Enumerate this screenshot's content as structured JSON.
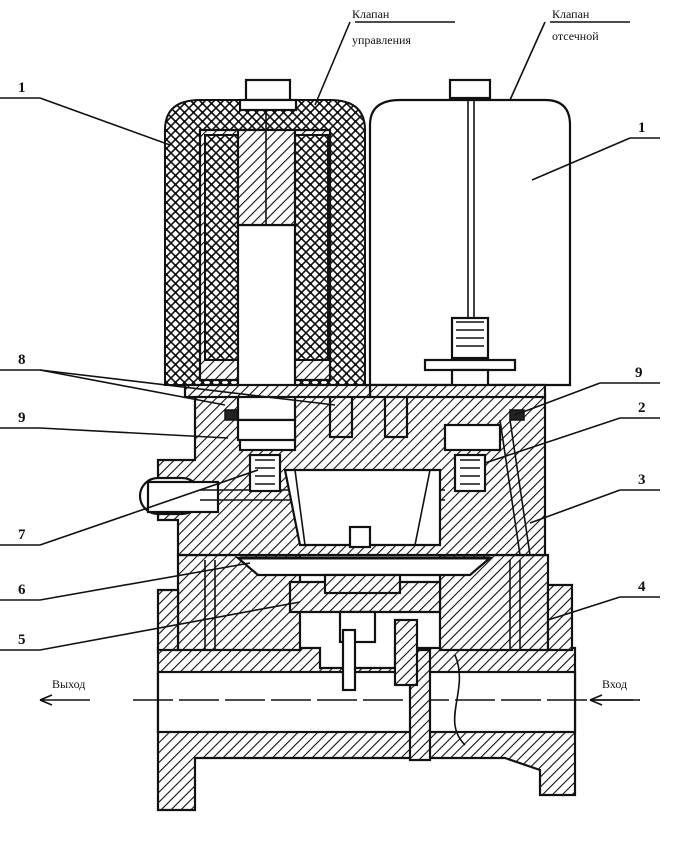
{
  "captions": {
    "control_valve": [
      "Клапан",
      "управления"
    ],
    "shutoff_valve": [
      "Клапан",
      "отсечной"
    ],
    "outlet": "Выход",
    "inlet": "Вход"
  },
  "part_labels": {
    "coil_left": "1",
    "coil_right": "1",
    "seal": "8",
    "gasket_left": "9",
    "gasket_right": "9",
    "nozzle_right": "2",
    "cover": "3",
    "body": "4",
    "piston": "5",
    "diaphragm": "6",
    "pilot_nozzle": "7"
  }
}
